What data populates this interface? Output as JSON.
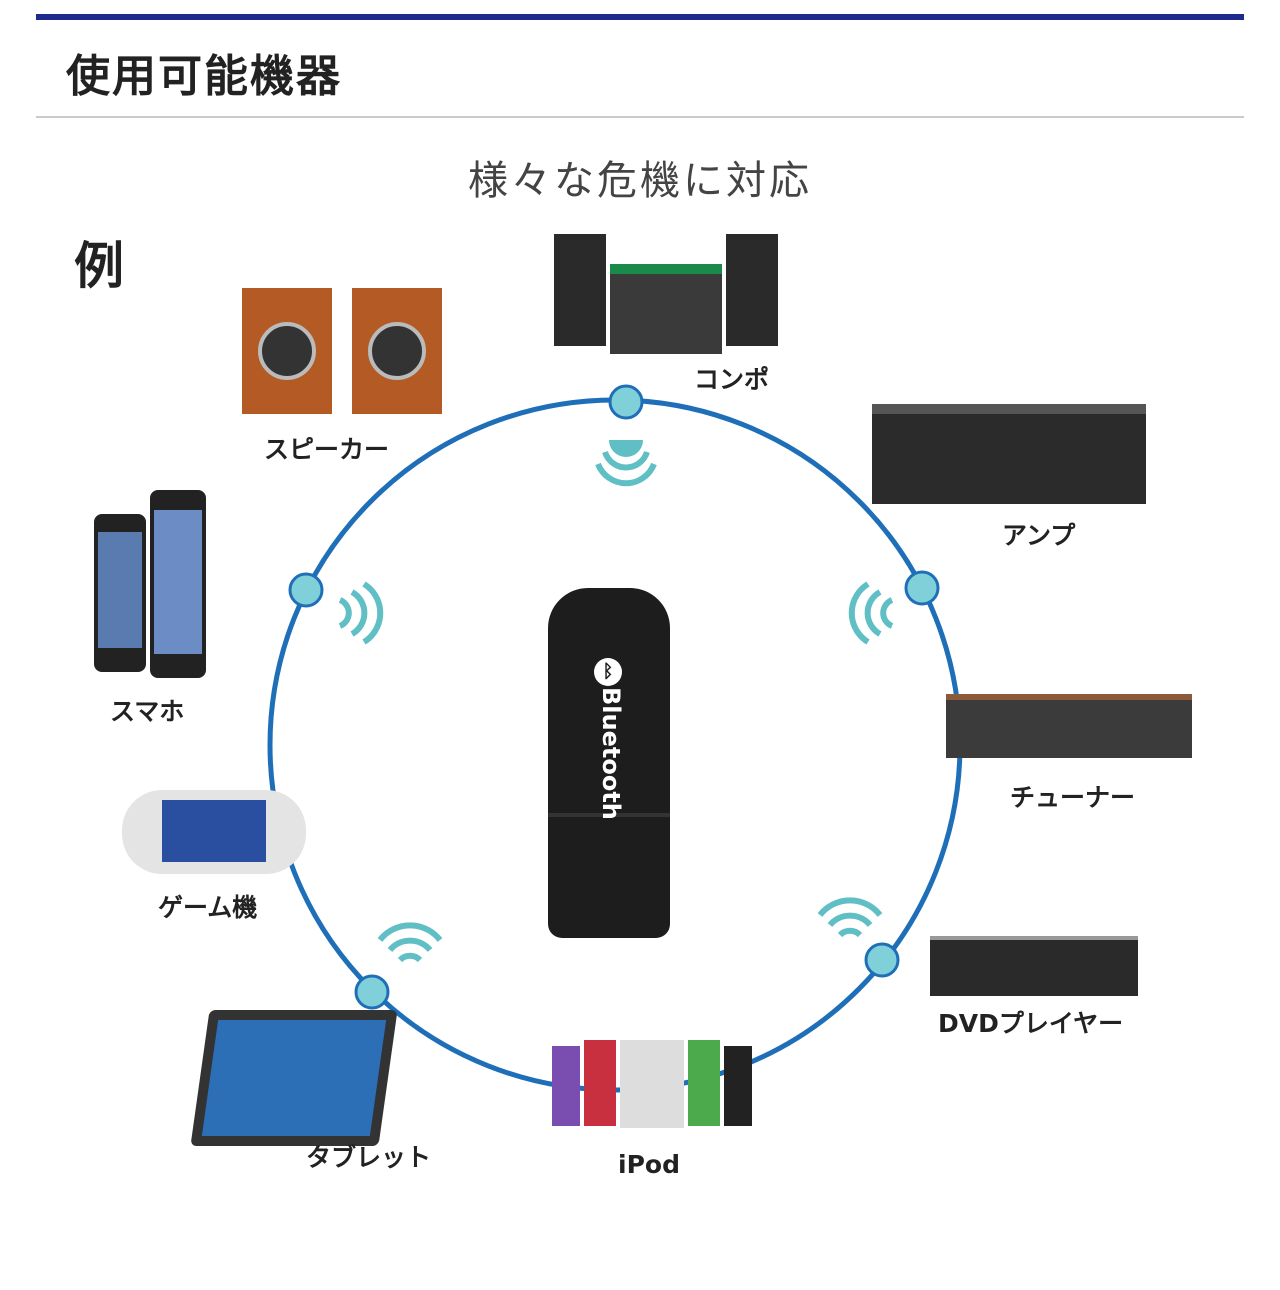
{
  "header": {
    "title": "使用可能機器"
  },
  "subtitle": "様々な危機に対応",
  "example_label": "例",
  "dongle": {
    "brand_text": "Bluetooth"
  },
  "devices": [
    {
      "label": "コンポ"
    },
    {
      "label": "スピーカー"
    },
    {
      "label": "アンプ"
    },
    {
      "label": "スマホ"
    },
    {
      "label": "チューナー"
    },
    {
      "label": "ゲーム機"
    },
    {
      "label": "DVDプレイヤー"
    },
    {
      "label": "タブレット"
    },
    {
      "label": "iPod"
    }
  ],
  "colors": {
    "accent_bar": "#1e2a8c",
    "ring": "#1f6fb8",
    "node": "#7fd0d8",
    "wave": "#5fbfc4"
  }
}
